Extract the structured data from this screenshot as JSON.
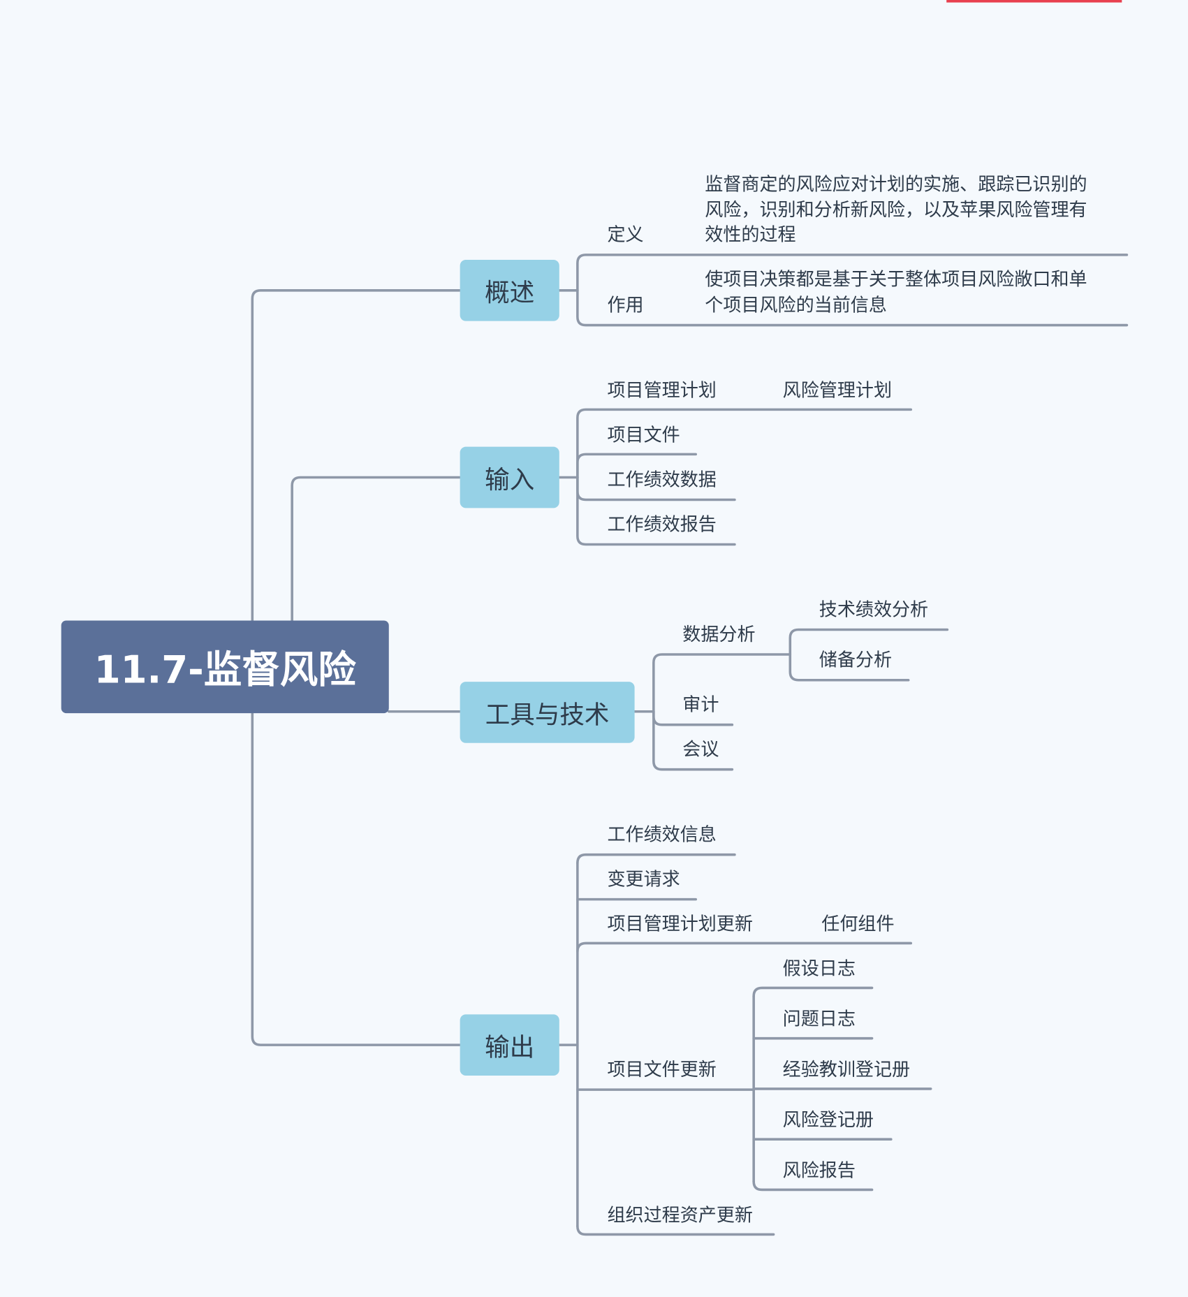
{
  "root": {
    "title": "11.7-监督风险"
  },
  "colors": {
    "root_fill": "#5b7099",
    "branch_fill": "#96d1e6",
    "line": "#8e98a8",
    "background": "#f5f9fd"
  },
  "overview": {
    "label": "概述",
    "definition": {
      "label": "定义",
      "text": [
        "监督商定的风险应对计划的实施、跟踪已识别的",
        "风险，识别和分析新风险，以及苹果风险管理有",
        "效性的过程"
      ]
    },
    "purpose": {
      "label": "作用",
      "text": [
        "使项目决策都是基于关于整体项目风险敞口和单",
        "个项目风险的当前信息"
      ]
    }
  },
  "inputs": {
    "label": "输入",
    "pm_plan": "项目管理计划",
    "risk_plan": "风险管理计划",
    "project_docs": "项目文件",
    "work_perf_data": "工作绩效数据",
    "work_perf_reports": "工作绩效报告"
  },
  "tools": {
    "label": "工具与技术",
    "data_analysis": "数据分析",
    "tech_perf": "技术绩效分析",
    "reserve": "储备分析",
    "audit": "审计",
    "meetings": "会议"
  },
  "outputs": {
    "label": "输出",
    "work_perf_info": "工作绩效信息",
    "change_requests": "变更请求",
    "pm_plan_updates": "项目管理计划更新",
    "any_component": "任何组件",
    "doc_updates": "项目文件更新",
    "doc_items": [
      "假设日志",
      "问题日志",
      "经验教训登记册",
      "风险登记册",
      "风险报告"
    ],
    "opa_updates": "组织过程资产更新"
  }
}
